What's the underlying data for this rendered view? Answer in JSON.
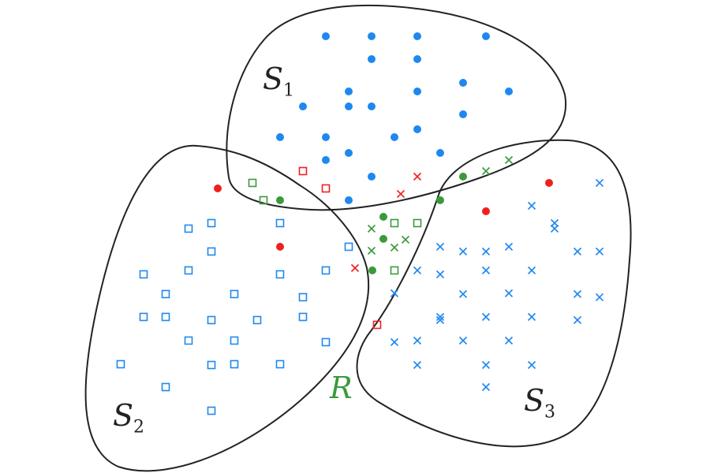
{
  "labels": {
    "s1": {
      "main": "S",
      "sub": "1"
    },
    "s2": {
      "main": "S",
      "sub": "2"
    },
    "s3": {
      "main": "S",
      "sub": "3"
    },
    "r": "R"
  },
  "colors": {
    "blue": "#1e88f0",
    "red": "#f02020",
    "green": "#3a9a3a",
    "outline": "#222222"
  }
}
